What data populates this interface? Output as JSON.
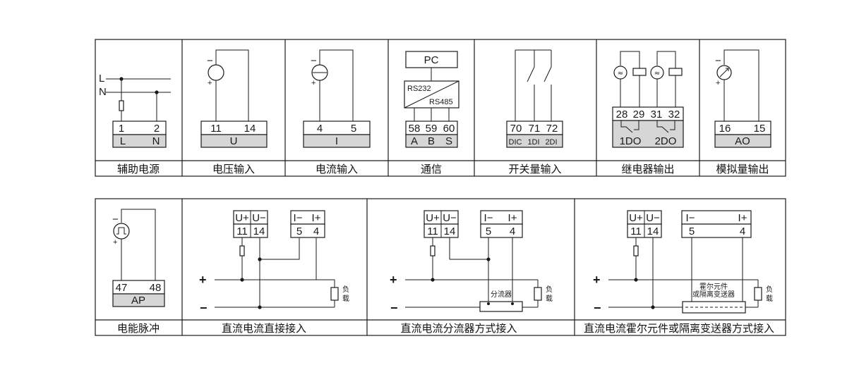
{
  "row1": {
    "captions": [
      "辅助电源",
      "电压输入",
      "电流输入",
      "通信",
      "开关量输入",
      "继电器输出",
      "模拟量输出"
    ],
    "aux_power": {
      "line_labels": [
        "L",
        "N"
      ],
      "terminals": [
        "1",
        "2"
      ],
      "terminal_labels": [
        "L",
        "N"
      ]
    },
    "voltage_input": {
      "terminals": [
        "11",
        "14"
      ],
      "terminal_label": "U",
      "signs": [
        "−",
        "+"
      ]
    },
    "current_input": {
      "terminals": [
        "4",
        "5"
      ],
      "terminal_label": "I",
      "signs": [
        "−",
        "+"
      ]
    },
    "comms": {
      "pc_label": "PC",
      "rs232": "RS232",
      "rs485": "RS485",
      "terminals": [
        "58",
        "59",
        "60"
      ],
      "terminal_labels": [
        "A",
        "B",
        "S"
      ]
    },
    "switch_input": {
      "terminals": [
        "70",
        "71",
        "72"
      ],
      "terminal_labels": [
        "DIC",
        "1DI",
        "2DI"
      ]
    },
    "relay_output": {
      "terminals": [
        "28",
        "29",
        "31",
        "32"
      ],
      "terminal_labels": [
        "1DO",
        "2DO"
      ]
    },
    "analog_output": {
      "terminals": [
        "16",
        "15"
      ],
      "terminal_label": "AO",
      "signs": [
        "−",
        "+"
      ]
    }
  },
  "row2": {
    "captions": [
      "电能脉冲",
      "直流电流直接接入",
      "直流电流分流器方式接入",
      "直流电流霍尔元件或隔离变送器方式接入"
    ],
    "pulse": {
      "terminals": [
        "47",
        "48"
      ],
      "terminal_label": "AP",
      "signs": [
        "−",
        "+"
      ]
    },
    "dc_labels": {
      "u_plus": "U+",
      "u_minus": "U−",
      "u_terms": [
        "11",
        "14"
      ],
      "i_minus": "I−",
      "i_plus": "I+",
      "i_terms": [
        "5",
        "4"
      ],
      "plus": "+",
      "minus": "−"
    },
    "load_label": [
      "负",
      "载"
    ],
    "shunt_label": "分流器",
    "hall_label": [
      "霍尔元件",
      "或隔离变送器"
    ]
  }
}
